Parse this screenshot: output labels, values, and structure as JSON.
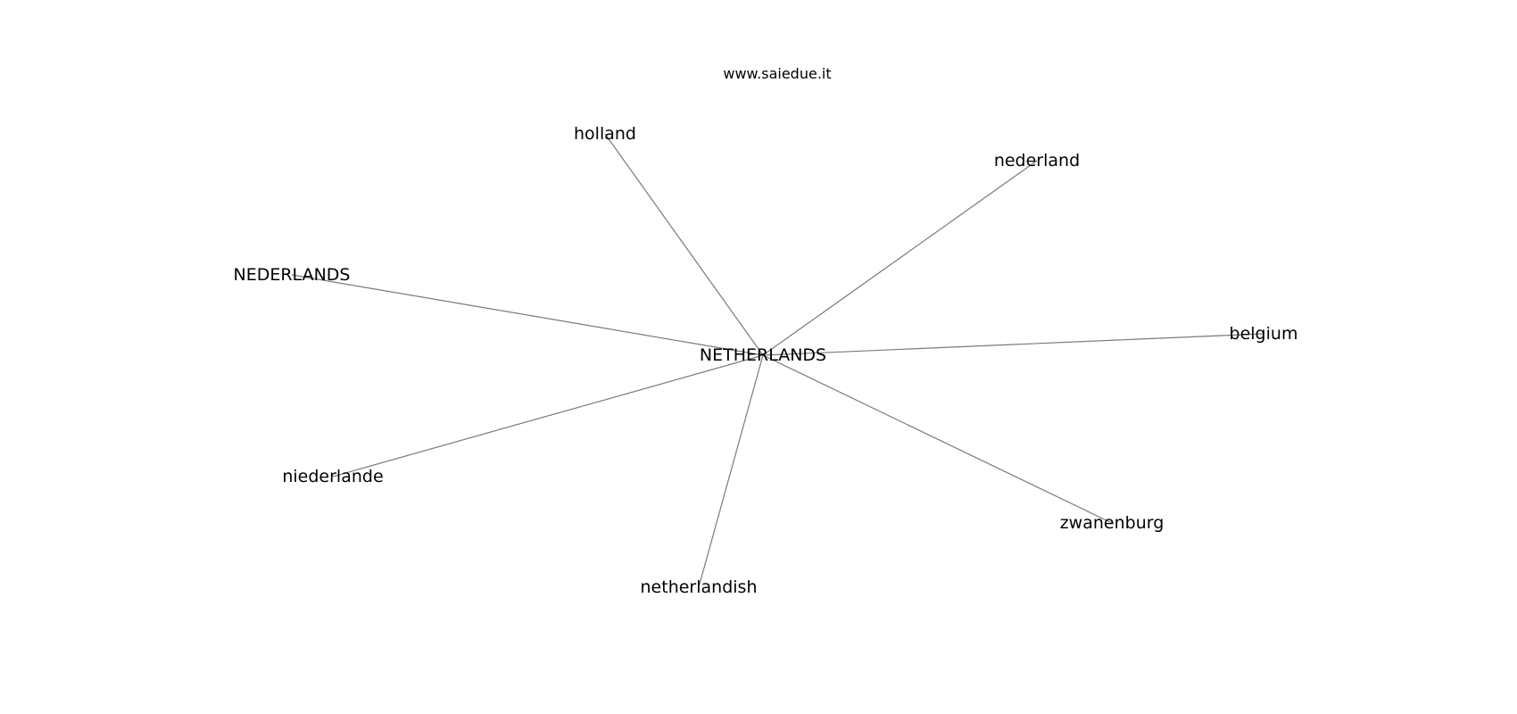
{
  "caption": "www.saiedue.it",
  "graph": {
    "center": "NETHERLANDS",
    "nodes": [
      "holland",
      "nederland",
      "NEDERLANDS",
      "belgium",
      "niederlande",
      "zwanenburg",
      "netherlandish"
    ]
  }
}
